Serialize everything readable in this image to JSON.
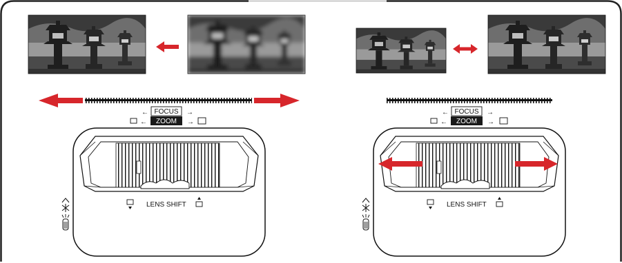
{
  "left_panel": {
    "focus_label": "FOCUS",
    "zoom_label": "ZOOM",
    "lens_shift_label": "LENS SHIFT"
  },
  "right_panel": {
    "focus_label": "FOCUS",
    "zoom_label": "ZOOM",
    "lens_shift_label": "LENS SHIFT"
  },
  "colors": {
    "arrow": "#d7262b",
    "frame": "#222222",
    "zoom_fill": "#1a1a1a"
  },
  "icons": [
    "photo-lanterns",
    "red-left-arrow",
    "red-double-arrow",
    "focus-ring",
    "zoom-ring",
    "lens-shift-knob",
    "screen-down-icon",
    "screen-up-icon",
    "focus-adjust-icon"
  ]
}
